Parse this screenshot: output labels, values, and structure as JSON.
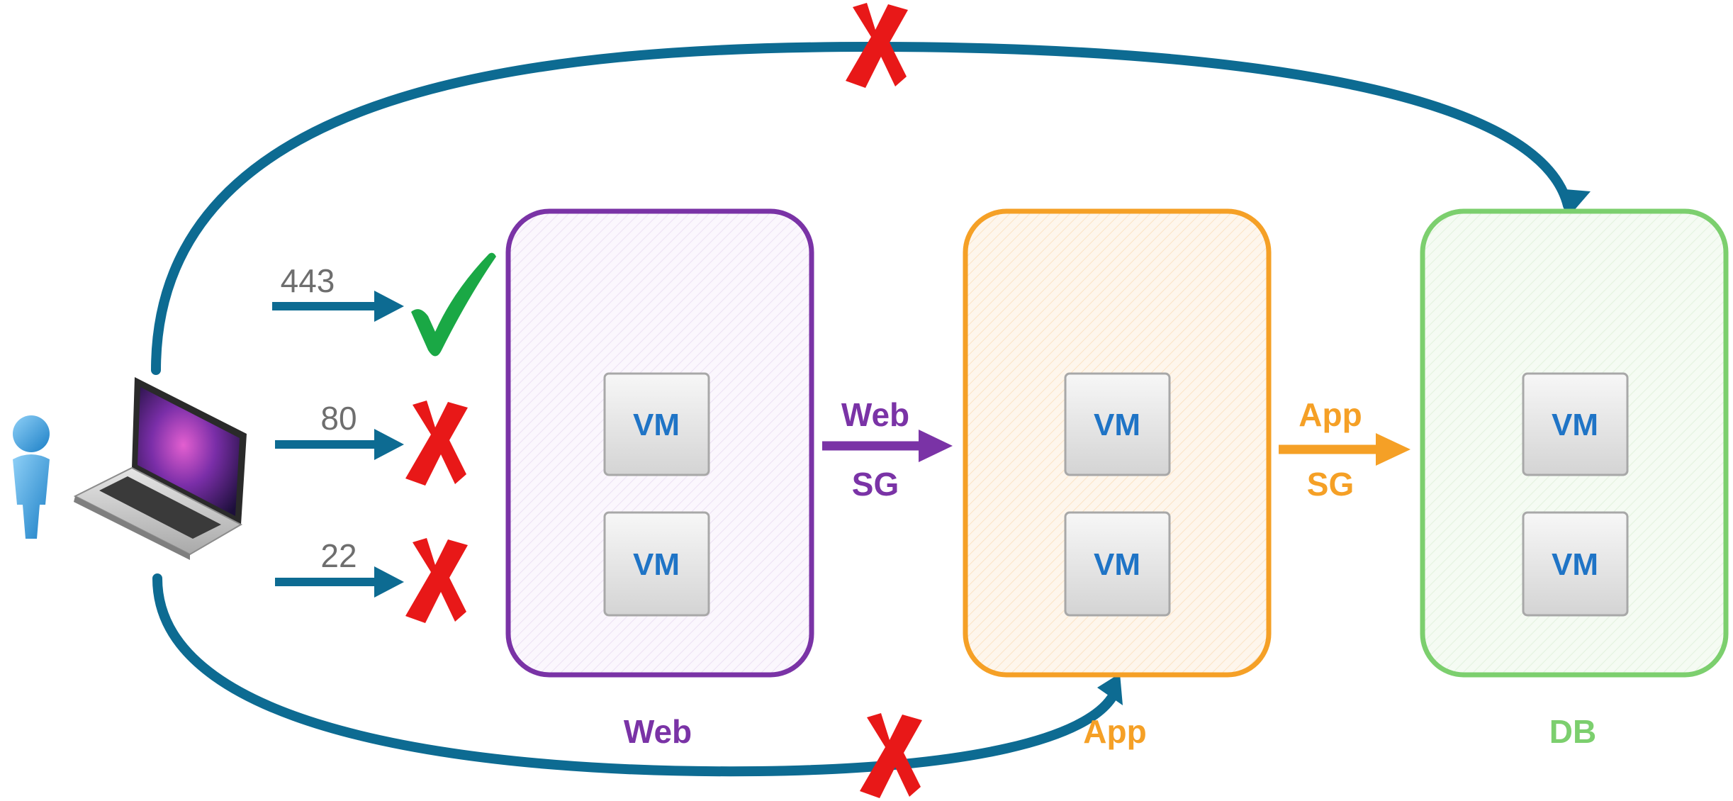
{
  "colors": {
    "flow": "#0d6b92",
    "web": "#7a33a6",
    "app": "#f5a026",
    "db": "#7ccf6e",
    "vm_text": "#1f74c6",
    "cross": "#e81818",
    "check": "#1aa845",
    "port_text": "#6e6e6e"
  },
  "client": {
    "user_icon": "user-icon",
    "laptop_icon": "laptop-icon"
  },
  "ports": [
    {
      "label": "443",
      "status": "allowed",
      "icon": "check-icon"
    },
    {
      "label": "80",
      "status": "blocked",
      "icon": "cross-icon"
    },
    {
      "label": "22",
      "status": "blocked",
      "icon": "cross-icon"
    }
  ],
  "tiers": [
    {
      "id": "web",
      "label": "Web",
      "vms": [
        "VM",
        "VM"
      ]
    },
    {
      "id": "app",
      "label": "App",
      "vms": [
        "VM",
        "VM"
      ]
    },
    {
      "id": "db",
      "label": "DB",
      "vms": [
        "VM",
        "VM"
      ]
    }
  ],
  "security_groups": [
    {
      "from": "web",
      "to": "app",
      "line1": "Web",
      "line2": "SG"
    },
    {
      "from": "app",
      "to": "db",
      "line1": "App",
      "line2": "SG"
    }
  ],
  "direct_paths": [
    {
      "from": "client",
      "to": "db",
      "status": "blocked",
      "icon": "cross-icon"
    },
    {
      "from": "client",
      "to": "app",
      "status": "blocked",
      "icon": "cross-icon"
    }
  ]
}
